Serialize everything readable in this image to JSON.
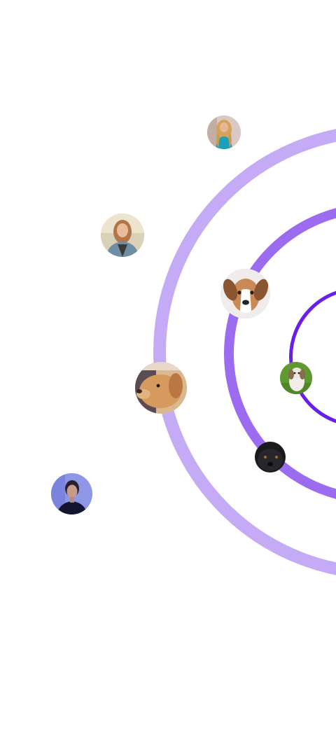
{
  "colors": {
    "ring_outer": "#c5abf5",
    "ring_middle": "#9b6cf0",
    "ring_inner": "#6a1ee8",
    "background": "#ffffff"
  },
  "avatars": [
    {
      "name": "avatar-woman-blonde-teal-top",
      "subject": "person"
    },
    {
      "name": "avatar-woman-denim-jacket",
      "subject": "person"
    },
    {
      "name": "avatar-puppy-brown-white",
      "subject": "dog"
    },
    {
      "name": "avatar-golden-labrador",
      "subject": "dog"
    },
    {
      "name": "avatar-small-fluffy-dog",
      "subject": "dog"
    },
    {
      "name": "avatar-black-dog",
      "subject": "dog"
    },
    {
      "name": "avatar-woman-blue-lighting",
      "subject": "person"
    }
  ]
}
